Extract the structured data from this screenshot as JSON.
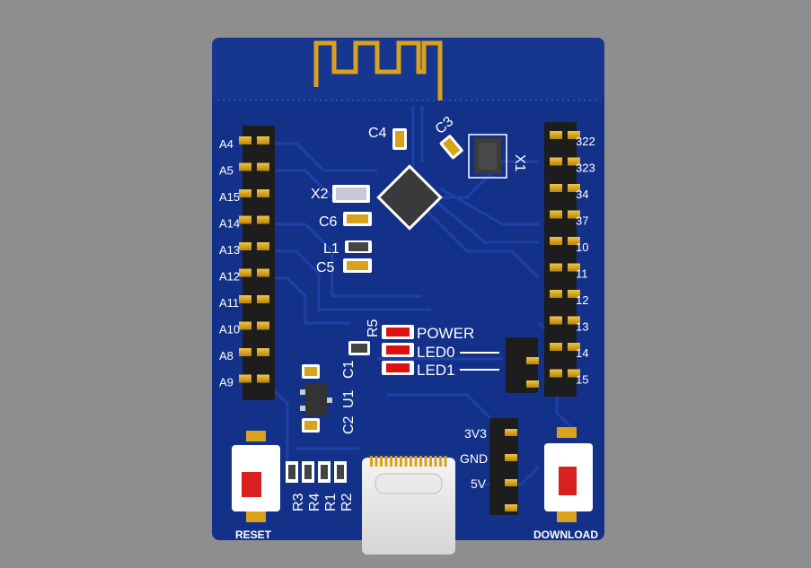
{
  "colors": {
    "background": "#8e8e8e",
    "pcb": "#14318a",
    "pcb_dark": "#0f2670",
    "trace": "#1c3d9e",
    "gold": "#d9a21b",
    "silk": "#ffffff",
    "led_red": "#e01010",
    "header_black": "#1d1d1d"
  },
  "left_header": {
    "labels": [
      "A4",
      "A5",
      "A15",
      "A14",
      "A13",
      "A12",
      "A11",
      "A10",
      "A8",
      "A9"
    ]
  },
  "right_header": {
    "labels": [
      "322",
      "323",
      "34",
      "37",
      "10",
      "11",
      "12",
      "13",
      "14",
      "15"
    ]
  },
  "components": {
    "c4": "C4",
    "c3": "C3",
    "x1": "X1",
    "x2": "X2",
    "c6": "C6",
    "l1": "L1",
    "c5": "C5",
    "r5": "R5",
    "c1": "C1",
    "u1": "U1",
    "c2": "C2",
    "r3": "R3",
    "r4": "R4",
    "r1": "R1",
    "r2": "R2"
  },
  "leds": {
    "power": "POWER",
    "led0": "LED0",
    "led1": "LED1"
  },
  "power_header": {
    "labels": [
      "3V3",
      "GND",
      "5V"
    ]
  },
  "buttons": {
    "reset": "RESET",
    "download": "DOWNLOAD"
  }
}
